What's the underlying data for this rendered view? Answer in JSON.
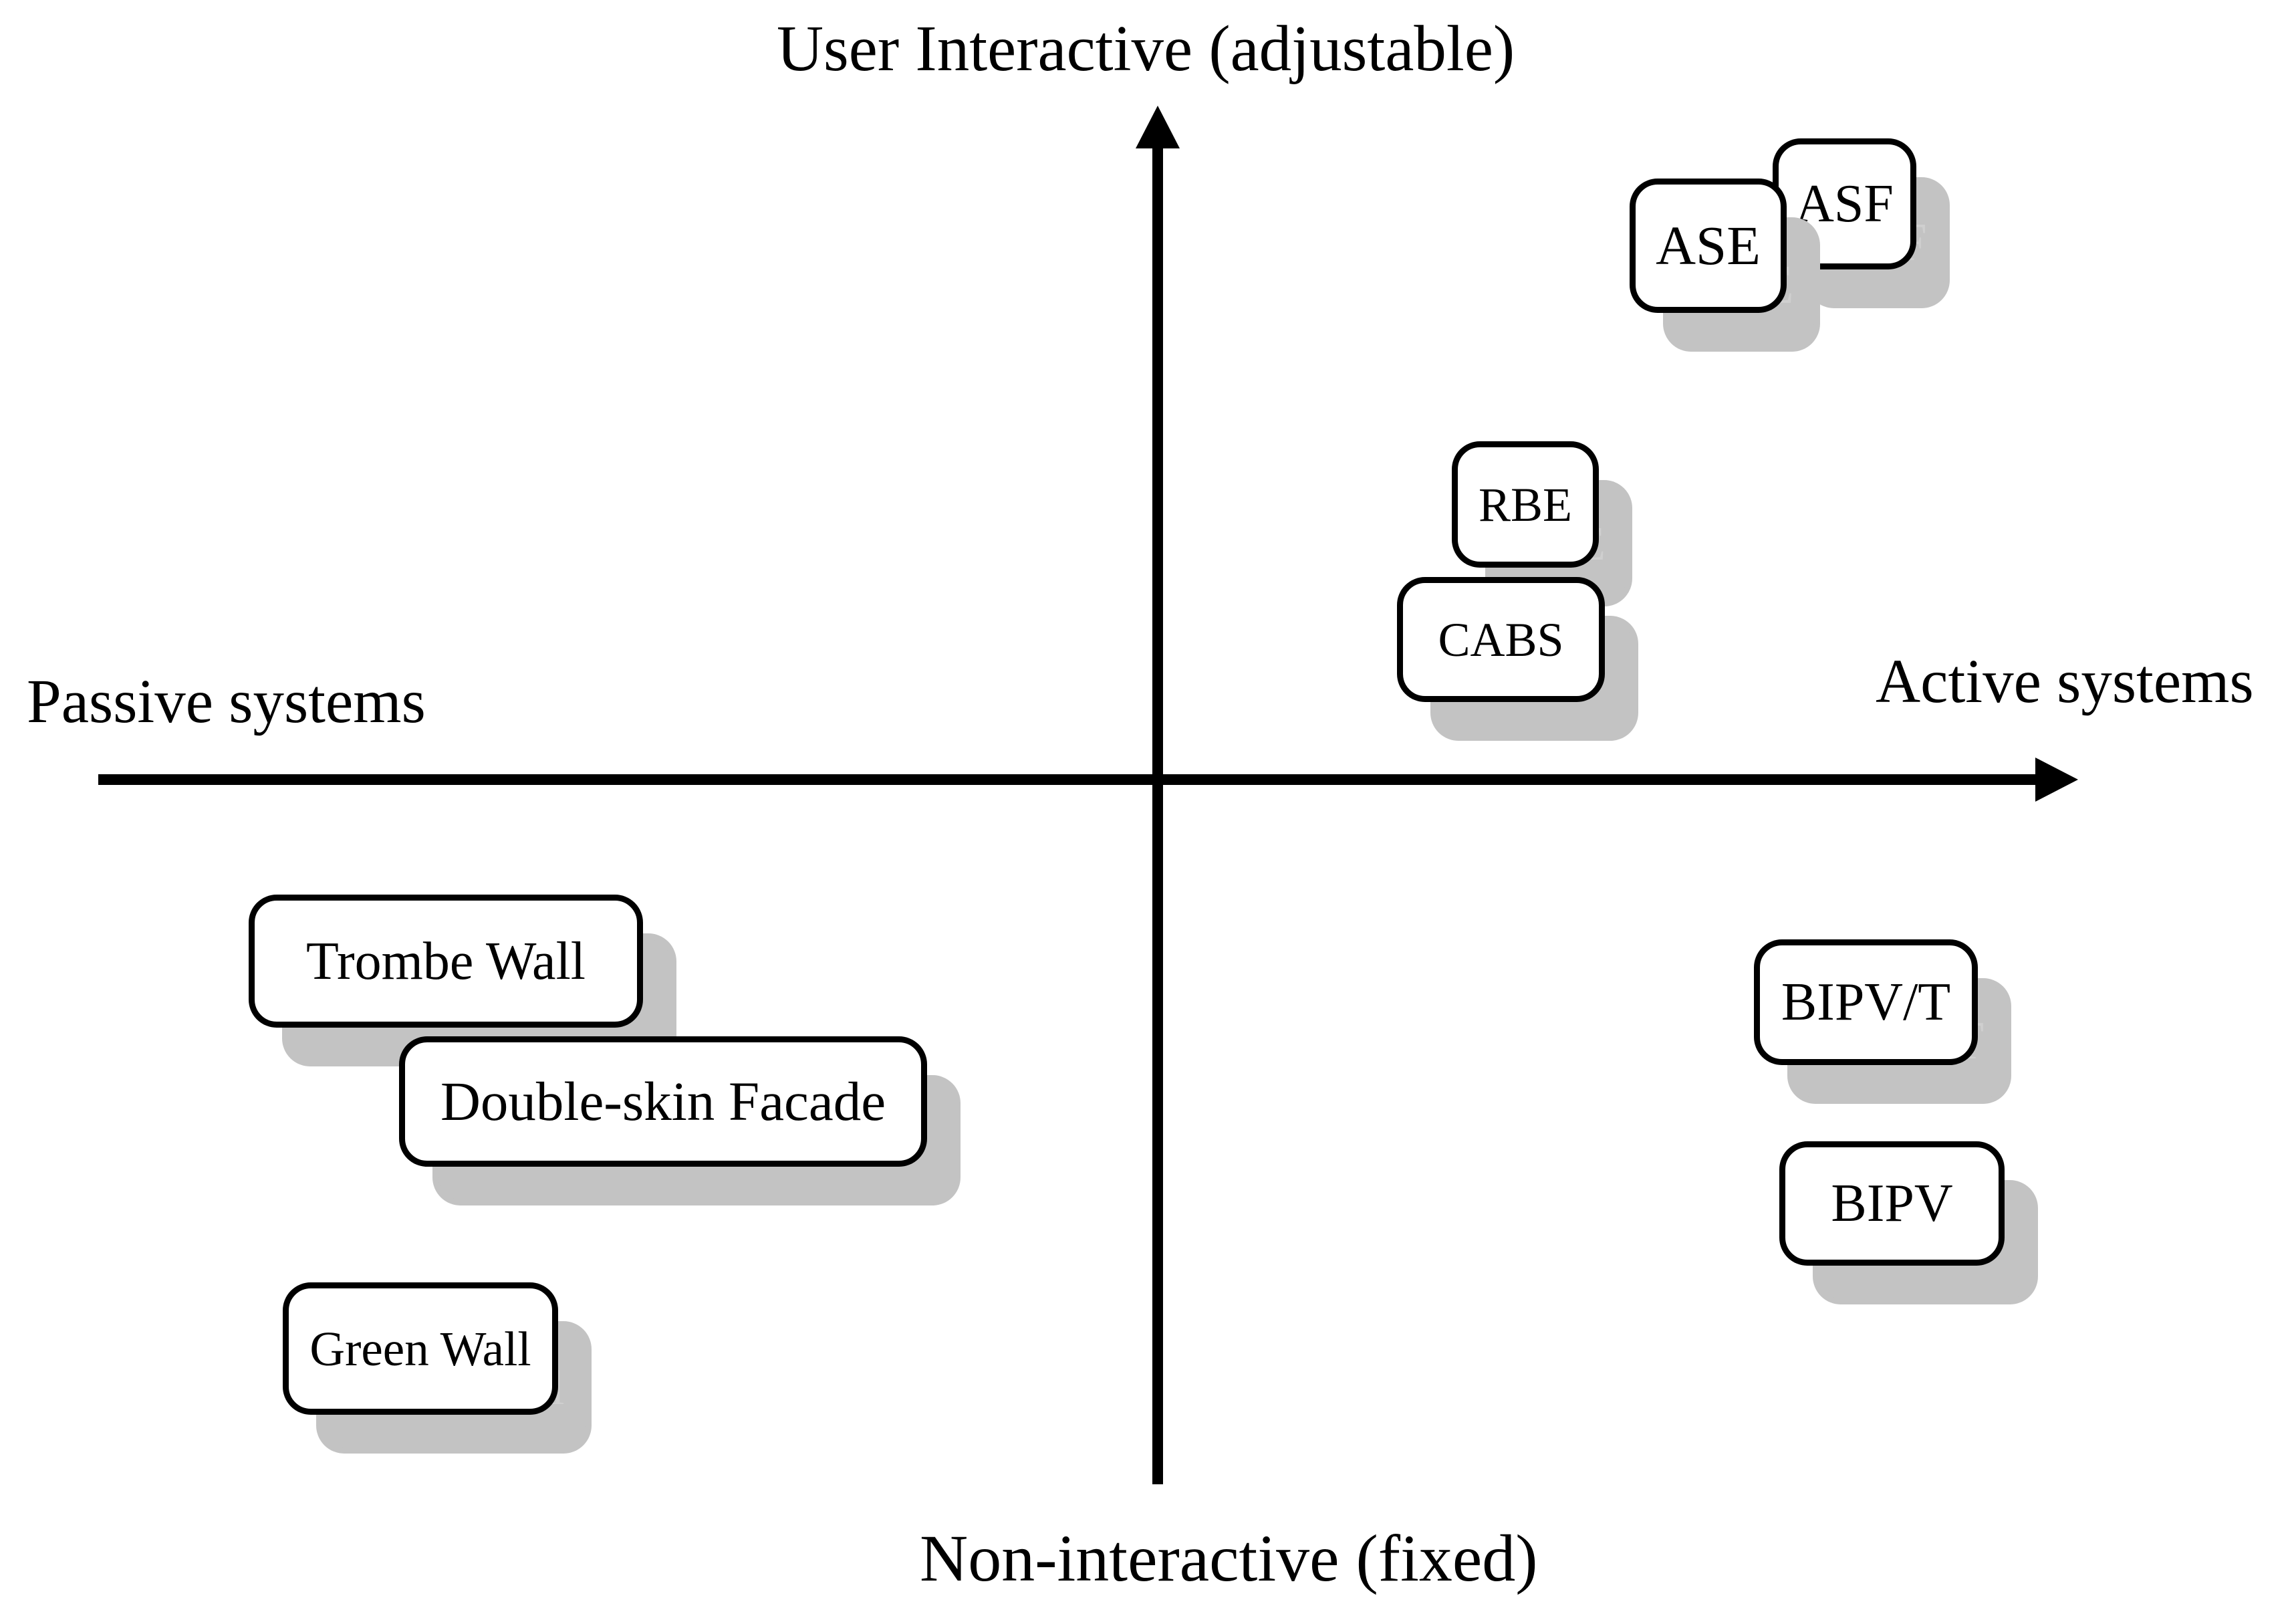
{
  "diagram": {
    "title": "",
    "axes": {
      "top_label": "User Interactive (adjustable)",
      "bottom_label": "Non-interactive (fixed)",
      "left_label": "Passive systems",
      "right_label": "Active systems"
    },
    "boxes": [
      {
        "id": "asf",
        "label": "ASF",
        "quadrant": "top-right"
      },
      {
        "id": "ase",
        "label": "ASE",
        "quadrant": "top-right"
      },
      {
        "id": "rbe",
        "label": "RBE",
        "quadrant": "top-right"
      },
      {
        "id": "cabs",
        "label": "CABS",
        "quadrant": "top-right"
      },
      {
        "id": "trombe-wall",
        "label": "Trombe Wall",
        "quadrant": "bottom-left"
      },
      {
        "id": "double-skin-facade",
        "label": "Double-skin Facade",
        "quadrant": "bottom-left"
      },
      {
        "id": "green-wall",
        "label": "Green Wall",
        "quadrant": "bottom-left"
      },
      {
        "id": "bipv-t",
        "label": "BIPV/T",
        "quadrant": "bottom-right"
      },
      {
        "id": "bipv",
        "label": "BIPV",
        "quadrant": "bottom-right"
      }
    ],
    "colors": {
      "axis": "#000000",
      "box_border": "#000000",
      "box_fill": "#ffffff",
      "shadow": "#c3c3c3",
      "text": "#000000"
    }
  }
}
